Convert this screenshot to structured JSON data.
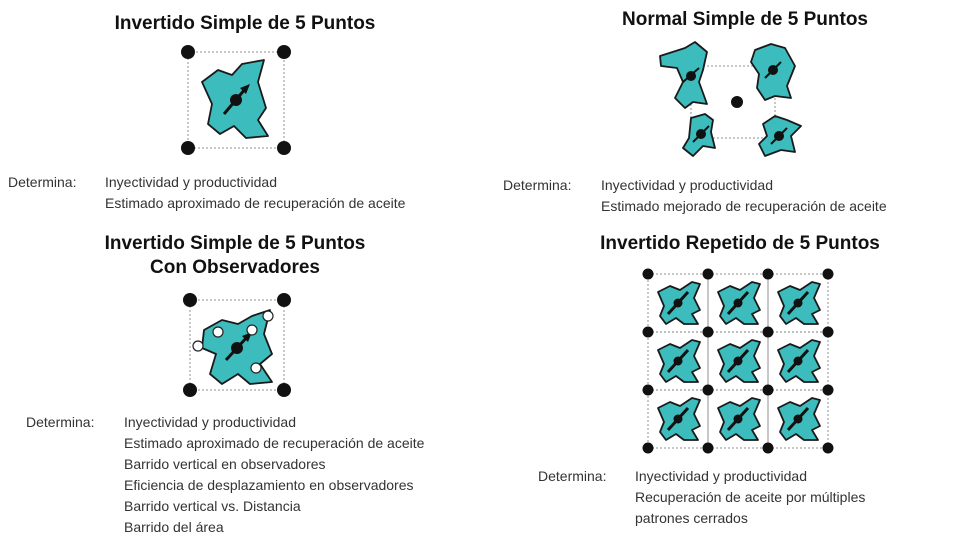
{
  "panels": [
    {
      "title": "Invertido Simple de 5 Puntos",
      "label": "Determina:",
      "items": [
        "Inyectividad y productividad",
        "Estimado aproximado de recuperación de aceite"
      ]
    },
    {
      "title": "Normal Simple de 5 Puntos",
      "label": "Determina:",
      "items": [
        "Inyectividad y productividad",
        "Estimado mejorado de recuperación de aceite"
      ]
    },
    {
      "title_line1": "Invertido Simple de 5 Puntos",
      "title_line2": "Con Observadores",
      "label": "Determina:",
      "items": [
        "Inyectividad y productividad",
        "Estimado aproximado de recuperación de aceite",
        "Barrido vertical en observadores",
        "Eficiencia de desplazamiento en observadores",
        "Barrido vertical vs. Distancia",
        "Barrido del área"
      ]
    },
    {
      "title": "Invertido Repetido de 5 Puntos",
      "label": "Determina:",
      "items": [
        "Inyectividad y productividad",
        "Recuperación de aceite por múltiples",
        "patrones cerrados"
      ]
    }
  ],
  "colors": {
    "blob_fill": "#3cbcbc",
    "well": "#111111",
    "grid": "#b5b5b5"
  }
}
